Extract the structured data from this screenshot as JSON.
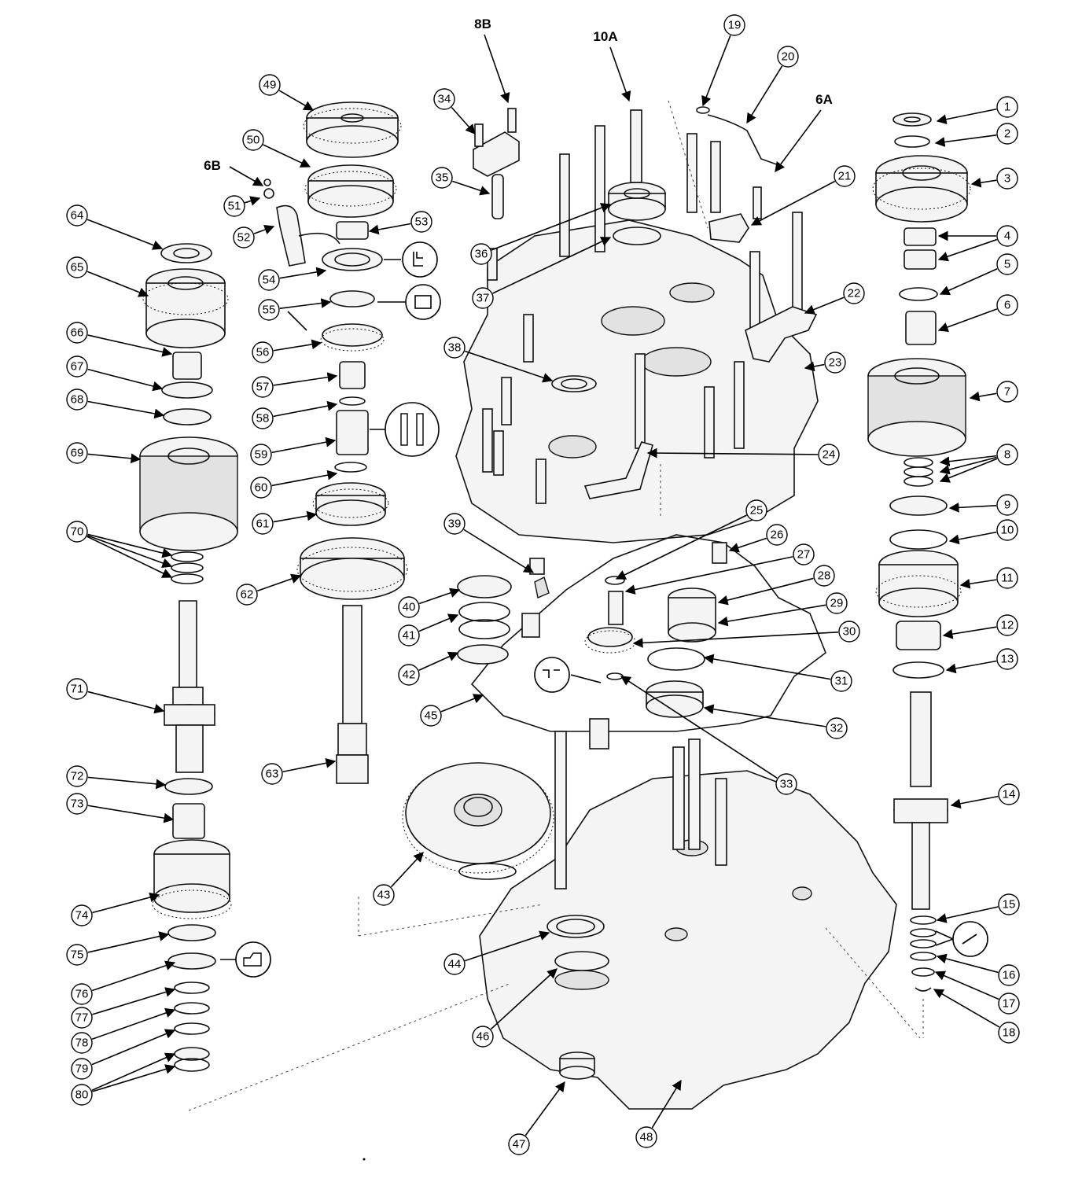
{
  "reference_labels": {
    "ref_8b": "8B",
    "ref_10a": "10A",
    "ref_6a": "6A",
    "ref_6b": "6B"
  },
  "callouts": [
    "1",
    "2",
    "3",
    "4",
    "5",
    "6",
    "7",
    "8",
    "9",
    "10",
    "11",
    "12",
    "13",
    "14",
    "15",
    "16",
    "17",
    "18",
    "19",
    "20",
    "21",
    "22",
    "23",
    "24",
    "25",
    "26",
    "27",
    "28",
    "29",
    "30",
    "31",
    "32",
    "33",
    "34",
    "35",
    "36",
    "37",
    "38",
    "39",
    "40",
    "41",
    "42",
    "43",
    "44",
    "45",
    "46",
    "47",
    "48",
    "49",
    "50",
    "51",
    "52",
    "53",
    "54",
    "55",
    "56",
    "57",
    "58",
    "59",
    "60",
    "61",
    "62",
    "63",
    "64",
    "65",
    "66",
    "67",
    "68",
    "69",
    "70",
    "71",
    "72",
    "73",
    "74",
    "75",
    "76",
    "77",
    "78",
    "79",
    "80"
  ],
  "symbol_icons": [
    "circlip-icon",
    "flat-shim-icon",
    "needle-bearing-icon",
    "dowel-pin-icon",
    "snap-ring-icon",
    "spacer-icon"
  ]
}
